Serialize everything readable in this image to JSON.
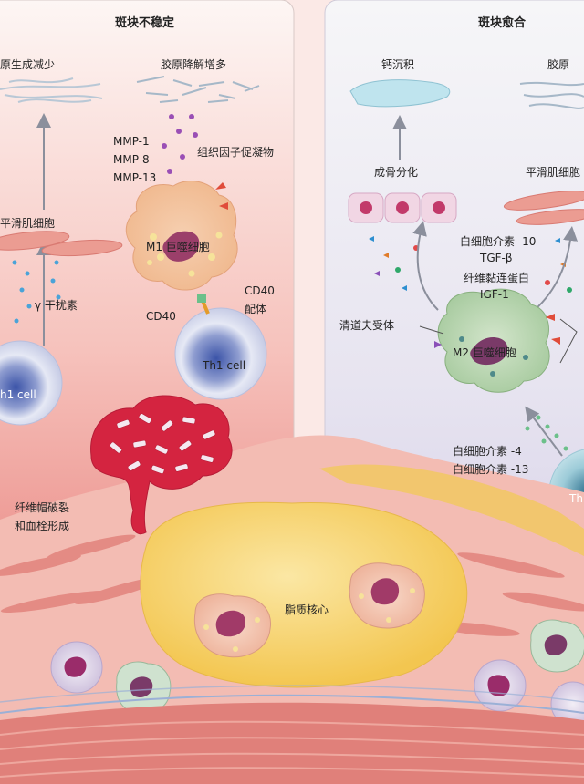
{
  "left_panel": {
    "title": "斑块不稳定",
    "collagen_decrease": "原生成减少",
    "collagen_degradation": "胶原降解增多",
    "mmp1": "MMP-1",
    "mmp8": "MMP-8",
    "mmp13": "MMP-13",
    "tissue_factor": "组织因子促凝物",
    "smooth_muscle": "平滑肌细胞",
    "m1_macrophage": "M1 巨噬细胞",
    "interferon": "γ 干扰素",
    "cd40_ligand_1": "CD40",
    "cd40_ligand_2": "配体",
    "cd40": "CD40",
    "th1_cell_left": "h1 cell",
    "th1_cell_mid": "Th1 cell",
    "rupture_1": "纤维帽破裂",
    "rupture_2": "和血栓形成"
  },
  "right_panel": {
    "title": "斑块愈合",
    "calcification": "钙沉积",
    "collagen": "胶原",
    "osteogenic": "成骨分化",
    "smooth_muscle": "平滑肌细胞",
    "il10": "白细胞介素 -10",
    "tgf": "TGF-β",
    "fibronectin": "纤维黏连蛋白",
    "igf": "IGF-1",
    "scavenger": "清道夫受体",
    "m2_macrophage": "M2 巨噬细胞",
    "il4": "白细胞介素 -4",
    "il13": "白细胞介素 -13",
    "th_cell": "Th"
  },
  "center": {
    "lipid_core": "脂质核心"
  },
  "colors": {
    "left_bg_top": "#fdf5f3",
    "left_bg_bottom": "#e98a86",
    "right_bg_top": "#f4f4f6",
    "right_bg_bottom": "#d7d2ea",
    "lipid": "#f7d36a",
    "thrombus": "#d42440",
    "tissue": "#f2b8b0",
    "muscle": "#e07f79"
  }
}
